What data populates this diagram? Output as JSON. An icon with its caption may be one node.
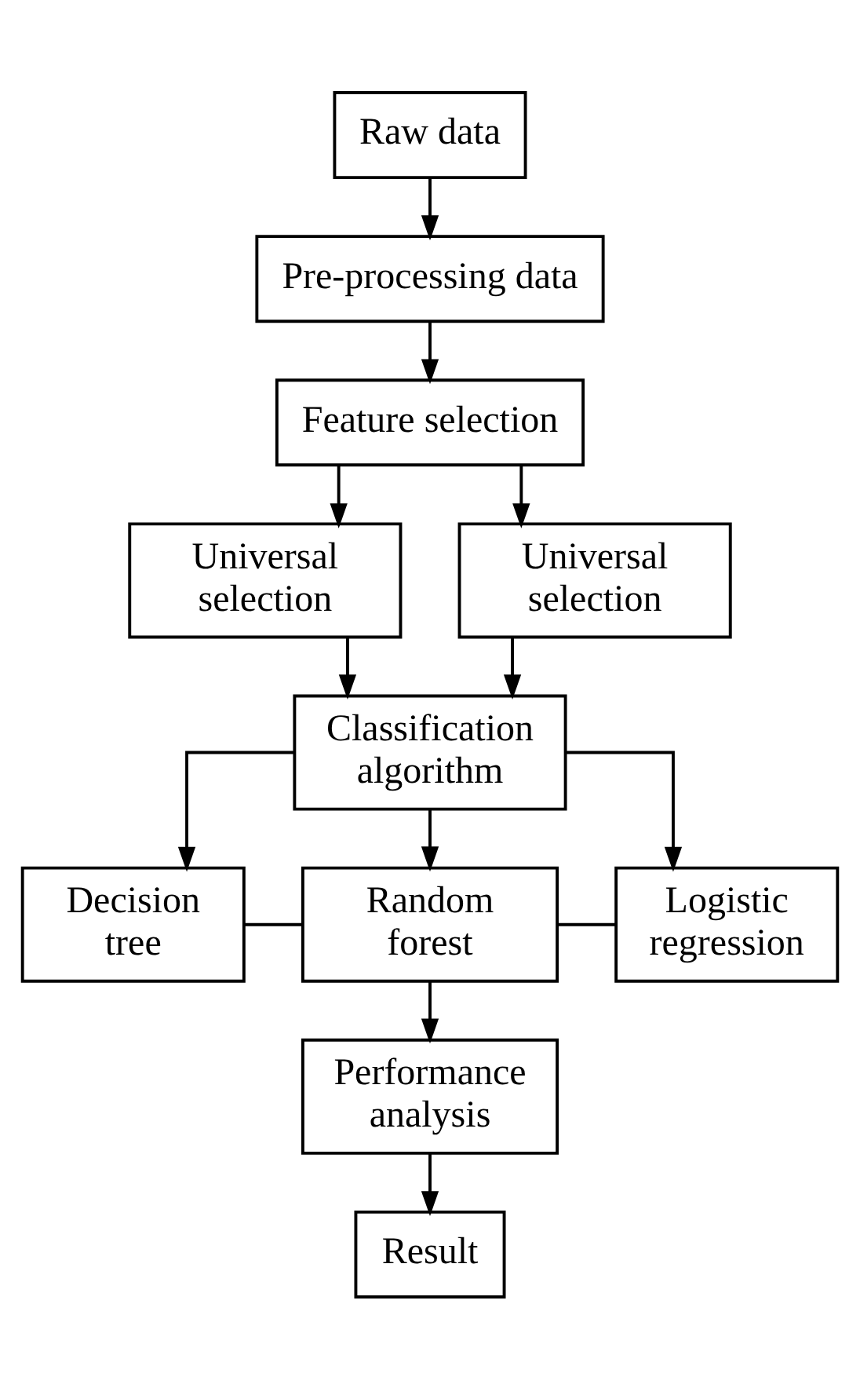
{
  "diagram": {
    "nodes": [
      {
        "text": [
          "Raw data"
        ]
      },
      {
        "text": [
          "Pre-processing data"
        ]
      },
      {
        "text": [
          "Feature selection"
        ]
      },
      {
        "text": [
          "Universal selection"
        ]
      },
      {
        "text": [
          "Universal selection"
        ]
      },
      {
        "text": [
          "Classification algorithm"
        ]
      },
      {
        "text": [
          "Decision tree"
        ]
      },
      {
        "text": [
          "Random forest"
        ]
      },
      {
        "text": [
          "Logistic regression"
        ]
      },
      {
        "text": [
          "Performance analysis"
        ]
      },
      {
        "text": [
          "Result"
        ]
      }
    ],
    "edges": [
      {
        "from": 0,
        "to": 1,
        "arrow": "to"
      },
      {
        "from": 1,
        "to": 2,
        "arrow": "to"
      },
      {
        "from": 2,
        "to": 3,
        "arrow": "to"
      },
      {
        "from": 2,
        "to": 4,
        "arrow": "to"
      },
      {
        "from": 3,
        "to": 5,
        "arrow": "to"
      },
      {
        "from": 4,
        "to": 5,
        "arrow": "to"
      },
      {
        "from": 5,
        "to": 6,
        "arrow": "to"
      },
      {
        "from": 5,
        "to": 7,
        "arrow": "to"
      },
      {
        "from": 5,
        "to": 8,
        "arrow": "to"
      },
      {
        "from": 6,
        "to": 7,
        "arrow": "none"
      },
      {
        "from": 7,
        "to": 8,
        "arrow": "none"
      },
      {
        "from": 7,
        "to": 9,
        "arrow": "to"
      },
      {
        "from": 9,
        "to": 10,
        "arrow": "to"
      }
    ]
  }
}
